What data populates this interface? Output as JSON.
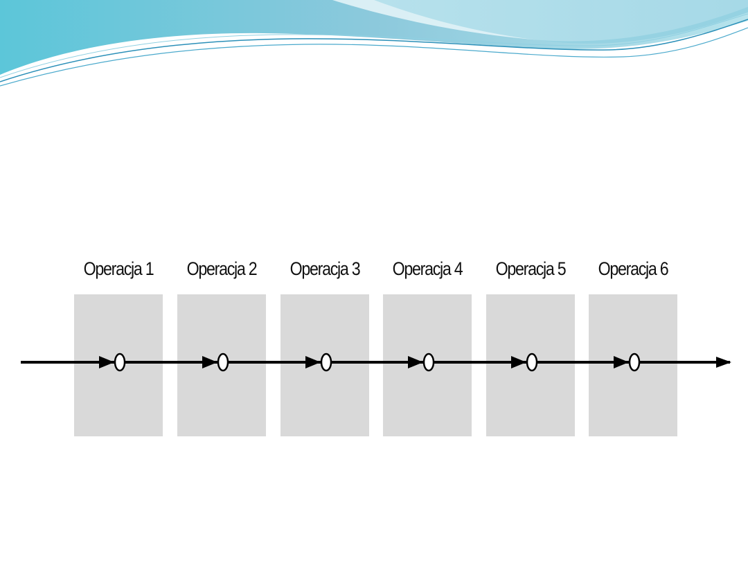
{
  "colors": {
    "wave_light": "#a9dfe8",
    "wave_mid": "#6cc3d5",
    "wave_dark": "#2a8fb8",
    "operation_box": "#d9d9d9",
    "flow_line": "#000000",
    "node_fill": "#ffffff"
  },
  "operations": [
    {
      "label": "Operacja 1"
    },
    {
      "label": "Operacja 2"
    },
    {
      "label": "Operacja 3"
    },
    {
      "label": "Operacja 4"
    },
    {
      "label": "Operacja 5"
    },
    {
      "label": "Operacja 6"
    }
  ]
}
